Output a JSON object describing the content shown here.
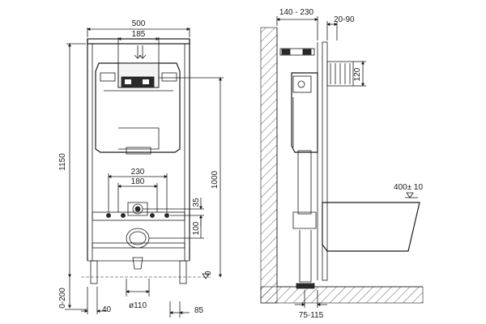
{
  "front_view": {
    "width_total": "500",
    "width_top": "185",
    "pipe_spacing_outer": "230",
    "pipe_spacing_inner": "180",
    "height_total": "1150",
    "height_tank": "1000",
    "offset_35": "35",
    "offset_100": "100",
    "floor_zero": "0",
    "foot_adjust": "0-200",
    "foot_40": "40",
    "drain_dia": "ø110",
    "foot_85": "85"
  },
  "side_view": {
    "wall_depth": "140 - 230",
    "front_depth": "20-90",
    "height_120": "120",
    "bowl_height": "400± 10",
    "bottom_depth": "75-115"
  }
}
